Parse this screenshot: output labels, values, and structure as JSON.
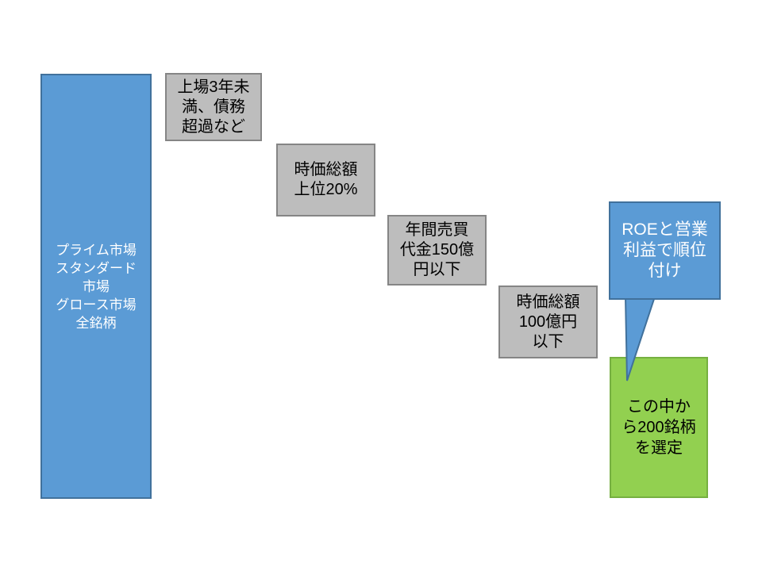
{
  "page": {
    "background": "#ffffff",
    "description": "Stock screening funnel diagram"
  },
  "colors": {
    "blue_fill": "#5B9BD5",
    "blue_border": "#41719C",
    "gray_fill": "#BDBDBD",
    "gray_border": "#858585",
    "green_fill": "#92D050",
    "green_border": "#76B041",
    "text_dark": "#000000",
    "text_light": "#FFFFFF"
  },
  "diagram": {
    "source_box": {
      "text": "プライム市場\nスタンダード\n市場\nグロース市場\n全銘柄"
    },
    "filter_boxes": [
      {
        "text": "上場3年未\n満、債務\n超過など"
      },
      {
        "text": "時価総額\n上位20%"
      },
      {
        "text": "年間売買\n代金150億\n円以下"
      },
      {
        "text": "時価総額\n100億円\n以下"
      }
    ],
    "callout": {
      "text": "ROEと営業\n利益で順位\n付け"
    },
    "result_box": {
      "text": "この中か\nら200銘柄\nを選定"
    }
  }
}
